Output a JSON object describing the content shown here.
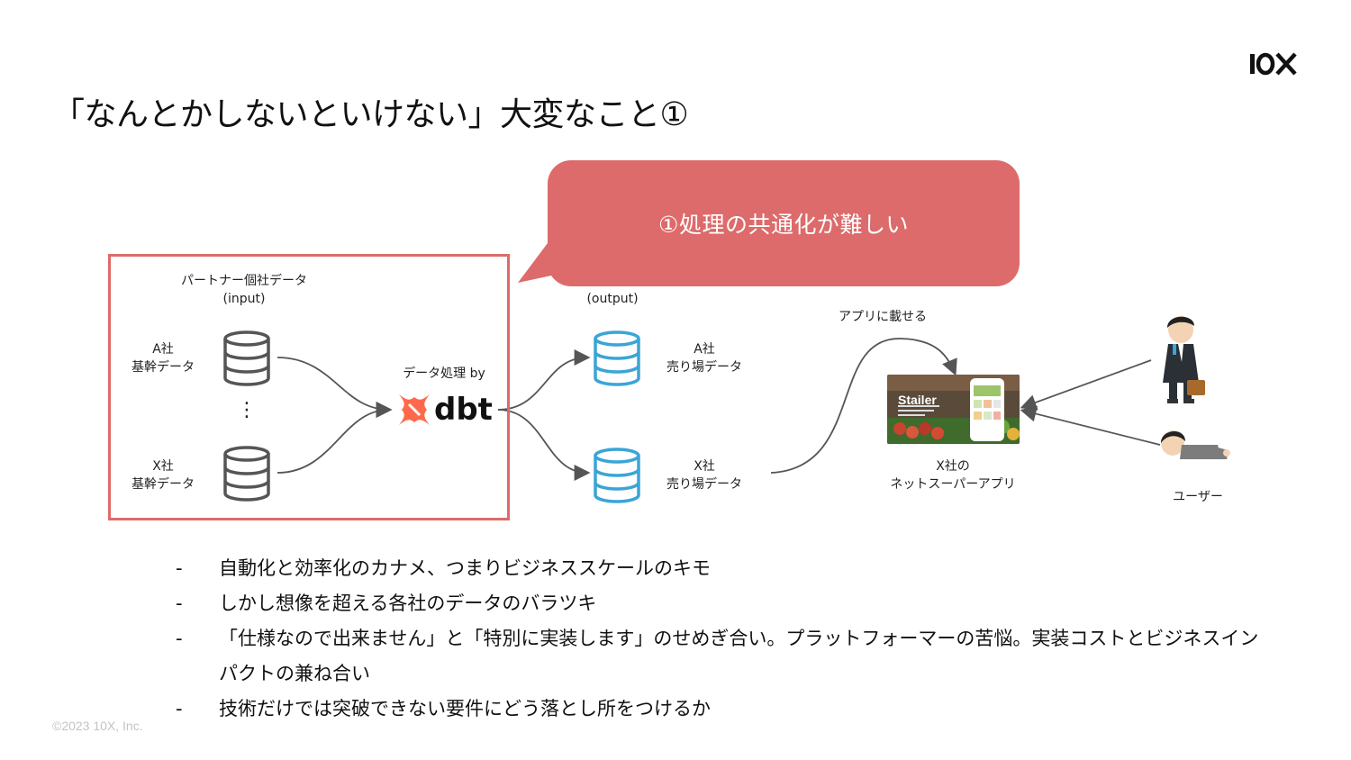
{
  "header": {
    "logo_text": "10X",
    "title": "「なんとかしないといけない」大変なこと①"
  },
  "callout": {
    "text": "①処理の共通化が難しい",
    "color": "#dd6b6b"
  },
  "diagram": {
    "input_title": "パートナー個社データ",
    "input_subtitle": "(input)",
    "output_subtitle": "(output)",
    "source_a": [
      "A社",
      "基幹データ"
    ],
    "source_x": [
      "X社",
      "基幹データ"
    ],
    "ellipsis": "⋮",
    "processor_label": "データ処理 by",
    "processor_logo_text": "dbt",
    "output_a": [
      "A社",
      "売り場データ"
    ],
    "output_x": [
      "X社",
      "売り場データ"
    ],
    "publish_label": "アプリに載せる",
    "app": {
      "brand": "Stailer",
      "caption": [
        "X社の",
        "ネットスーパーアプリ"
      ]
    },
    "user_label": "ユーザー",
    "colors": {
      "db_gray": "#555555",
      "db_blue": "#3aa5d6",
      "dbt_orange": "#ff694b",
      "arrow": "#555555"
    }
  },
  "bullets": [
    "自動化と効率化のカナメ、つまりビジネススケールのキモ",
    "しかし想像を超える各社のデータのバラツキ",
    "「仕様なので出来ません」と「特別に実装します」のせめぎ合い。プラットフォーマーの苦悩。実装コストとビジネスインパクトの兼ね合い",
    "技術だけでは突破できない要件にどう落とし所をつけるか"
  ],
  "bullet_marker": "-",
  "footer": {
    "copyright": "©2023 10X, Inc."
  }
}
